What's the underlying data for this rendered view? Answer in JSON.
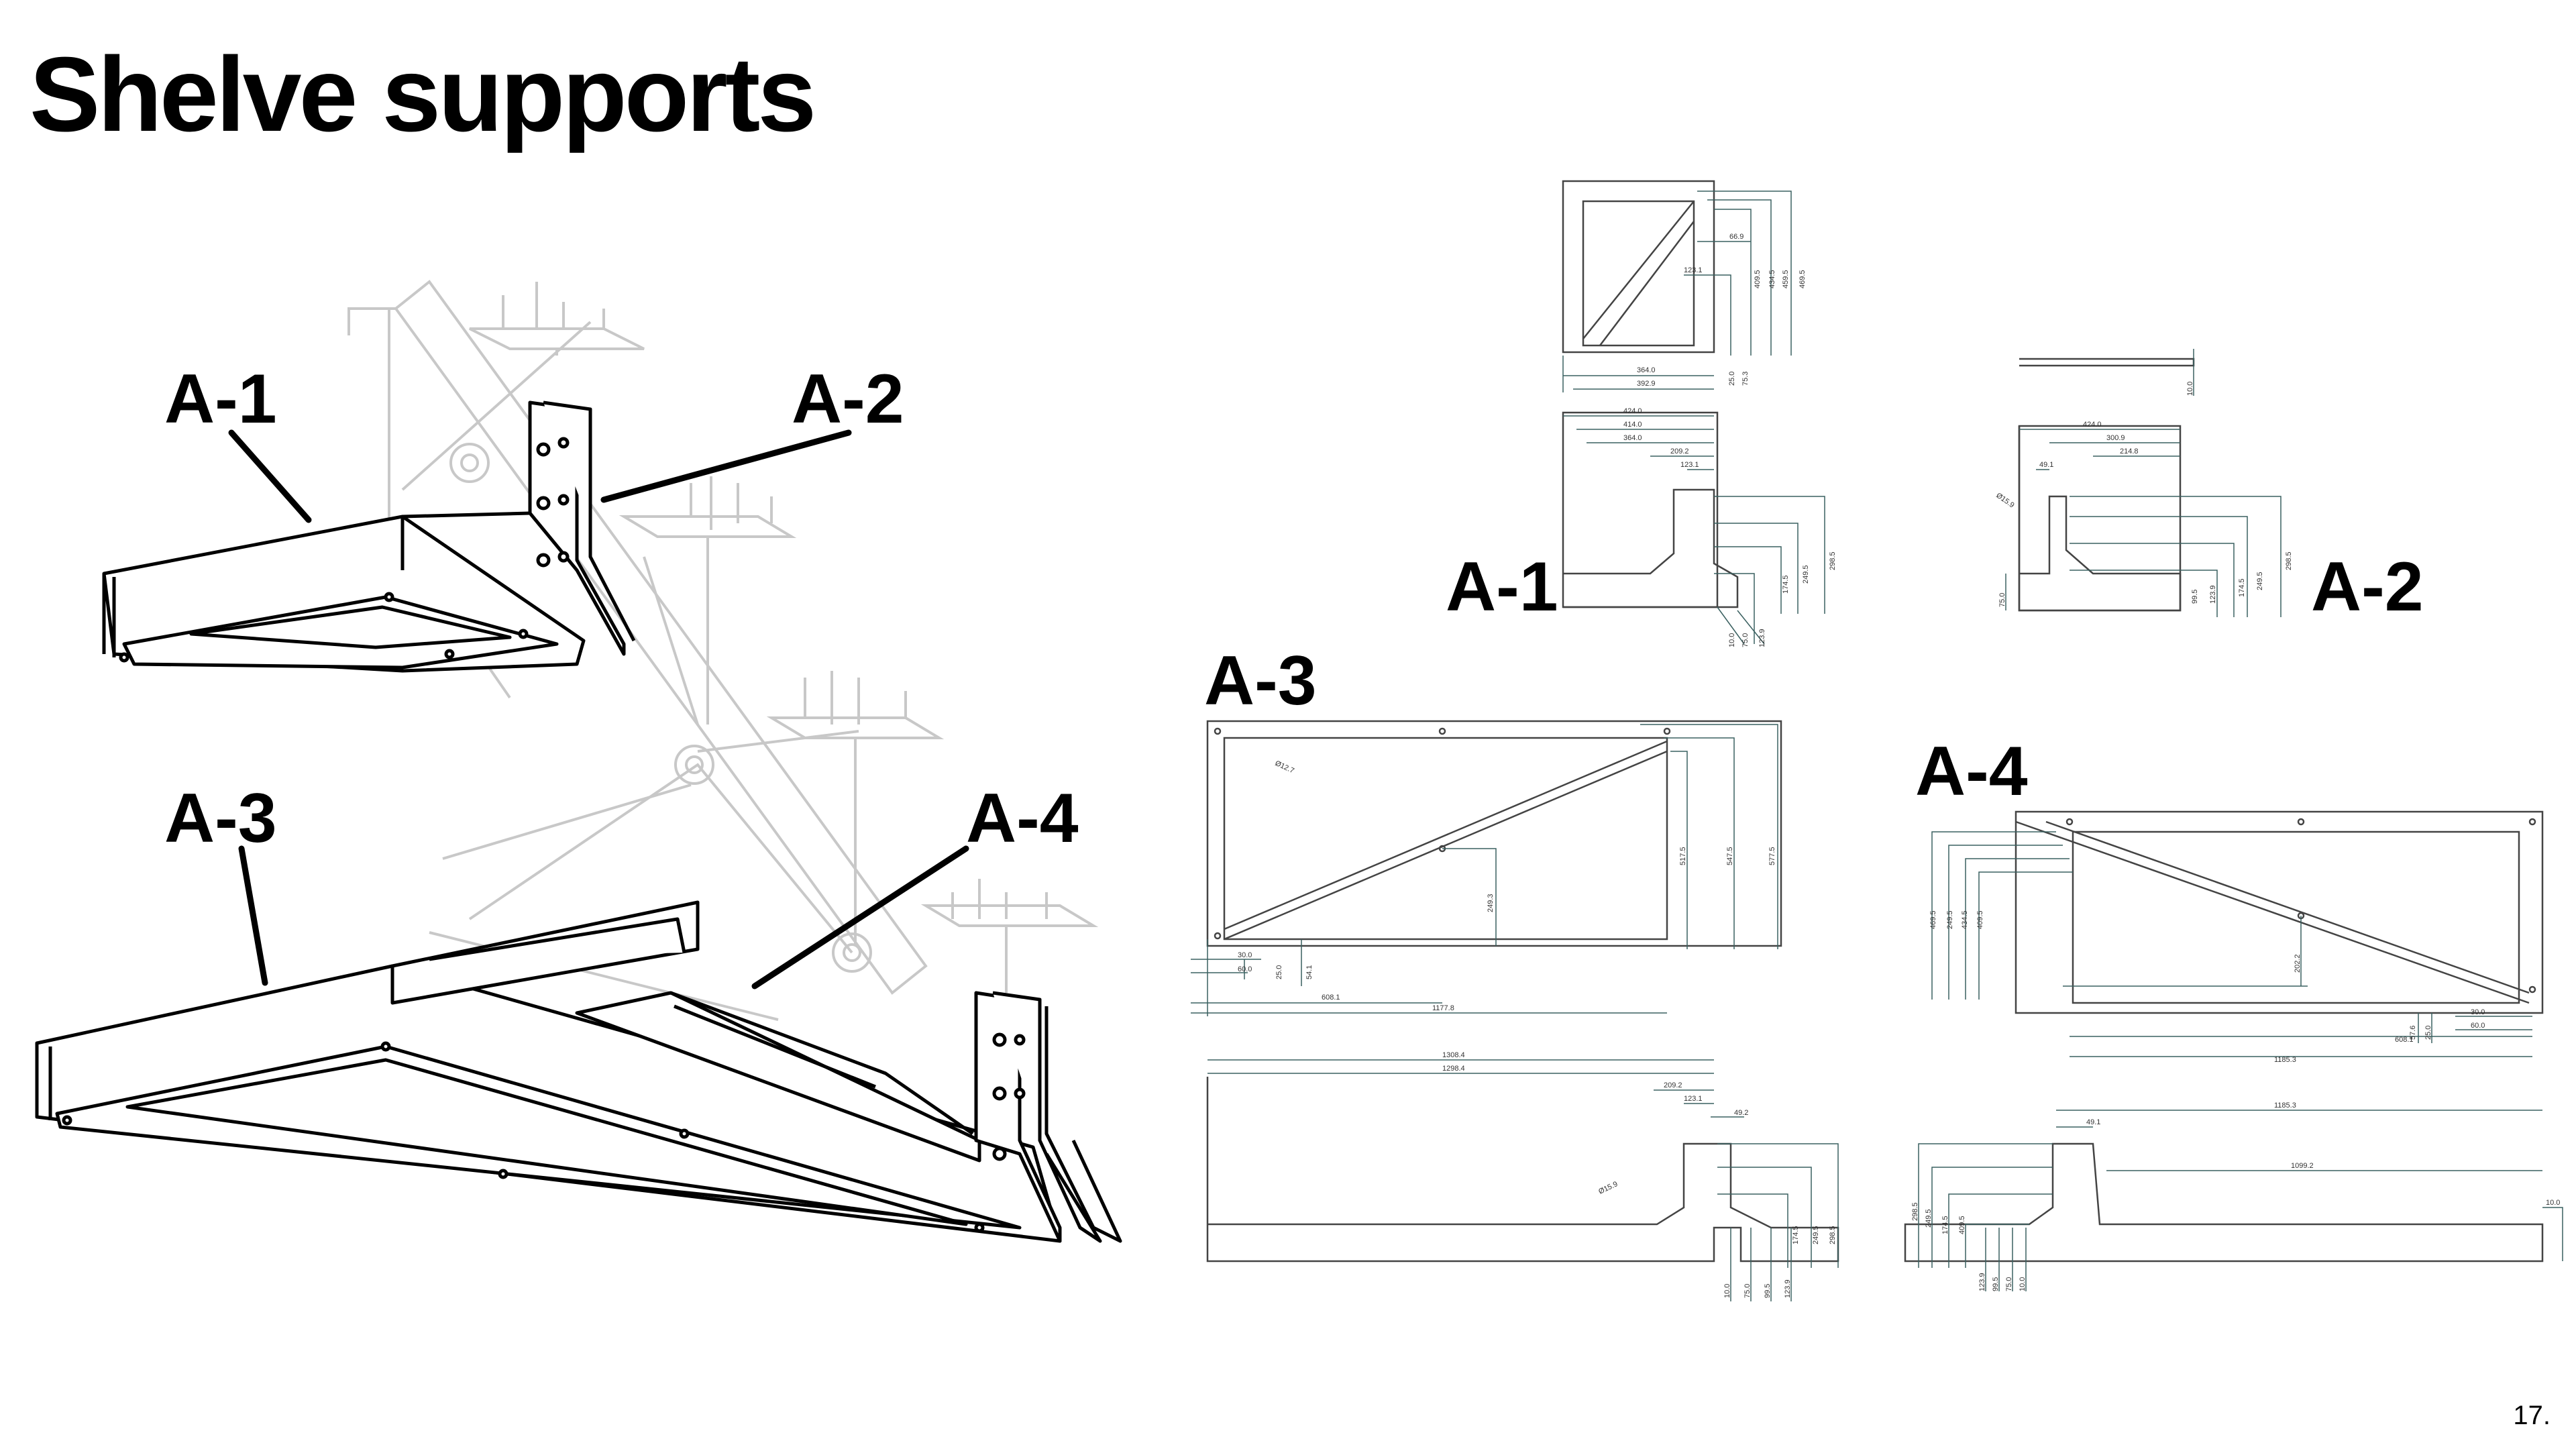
{
  "page": {
    "title": "Shelve supports",
    "page_number": "17."
  },
  "assembly_labels": {
    "a1": "A-1",
    "a2": "A-2",
    "a3": "A-3",
    "a4": "A-4"
  },
  "drawing_labels": {
    "a1": "A-1",
    "a2": "A-2",
    "a3": "A-3",
    "a4": "A-4"
  },
  "dimensions": {
    "a1_top": {
      "d1": "66.9",
      "d2": "123.1",
      "d3": "409.5",
      "d4": "434.5",
      "d5": "459.5",
      "d6": "469.5",
      "d7": "364.0",
      "d8": "392.9",
      "d9": "25.0",
      "d10": "75.3"
    },
    "a1_side": {
      "w1": "424.0",
      "w2": "414.0",
      "w3": "364.0",
      "w4": "209.2",
      "w5": "123.1",
      "h1": "298.5",
      "h2": "249.5",
      "h3": "174.5",
      "b1": "10.0",
      "b2": "75.0",
      "b3": "123.9"
    },
    "a2_top": {
      "t1": "10.0"
    },
    "a2_side": {
      "w1": "424.0",
      "w2": "300.9",
      "w3": "214.8",
      "w4": "49.1",
      "dia": "Ø15.9",
      "h0": "75.0",
      "h1": "99.5",
      "h2": "123.9",
      "h3": "174.5",
      "h4": "249.5",
      "h5": "298.5"
    },
    "a3_top": {
      "dia": "Ø12.7",
      "v1": "249.3",
      "v2": "517.5",
      "v3": "547.5",
      "v4": "577.5",
      "h1": "30.0",
      "h2": "60.0",
      "h3": "25.0",
      "h4": "54.1",
      "h5": "608.1",
      "h6": "1177.8"
    },
    "a3_side": {
      "w1": "1308.4",
      "w2": "1298.4",
      "w3": "209.2",
      "w4": "123.1",
      "w5": "49.2",
      "dia": "Ø15.9",
      "h1": "174.5",
      "h2": "249.5",
      "h3": "298.5",
      "b1": "10.0",
      "b2": "75.0",
      "b3": "99.5",
      "b4": "123.9"
    },
    "a4_top": {
      "v1": "469.5",
      "v2": "249.5",
      "v3": "434.5",
      "v4": "409.5",
      "v5": "202.2",
      "h1": "57.6",
      "h2": "25.0",
      "h3": "30.0",
      "h4": "60.0",
      "h5": "608.1",
      "h6": "1185.3"
    },
    "a4_side": {
      "w1": "1185.3",
      "w2": "49.1",
      "w3": "1099.2",
      "r1": "10.0",
      "h1": "298.5",
      "h2": "249.5",
      "h3": "174.5",
      "h4": "409.5",
      "b1": "123.9",
      "b2": "99.5",
      "b3": "75.0",
      "b4": "10.0"
    }
  }
}
